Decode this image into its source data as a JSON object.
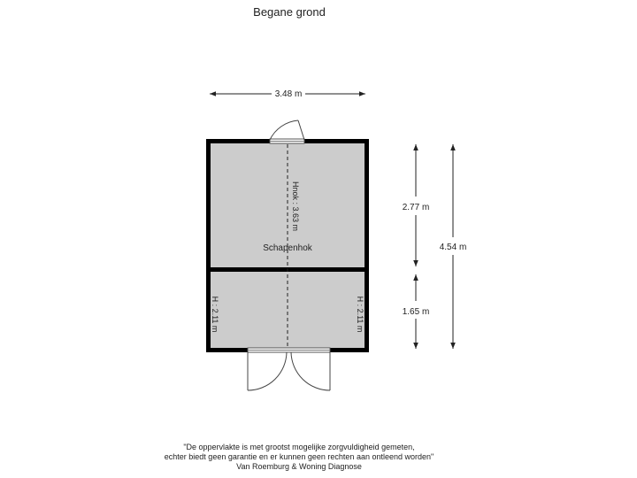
{
  "floor_title": "Begane grond",
  "dimensions": {
    "width": "3.48 m",
    "upper_height": "2.77 m",
    "lower_height": "1.65 m",
    "total_height": "4.54 m"
  },
  "rooms": {
    "main_label": "Schapenhok",
    "ridge_height": "Hnok : 3.63 m",
    "left_height": "H : 2.11 m",
    "right_height": "H : 2.11 m"
  },
  "colors": {
    "wall": "#000000",
    "floor": "#cccccc",
    "door": "#444444"
  },
  "disclaimer": {
    "line1": "\"De oppervlakte is met grootst mogelijke zorgvuldigheid gemeten,",
    "line2": "echter biedt geen garantie en er kunnen geen rechten aan ontleend worden\"",
    "line3": "Van Roemburg & Woning Diagnose"
  }
}
